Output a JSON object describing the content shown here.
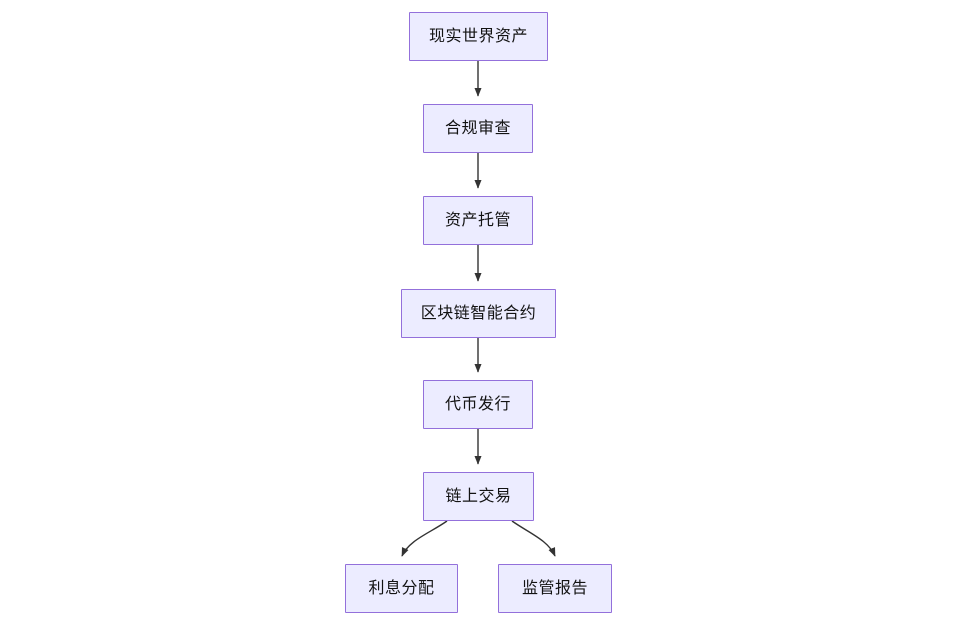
{
  "diagram": {
    "type": "flowchart",
    "direction": "top-down",
    "background_color": "#ffffff",
    "node_fill": "#ECECFF",
    "node_border": "#9370DB",
    "node_text_color": "#131313",
    "edge_color": "#333333",
    "nodes": [
      {
        "id": "rwa",
        "label": "现实世界资产"
      },
      {
        "id": "compliance",
        "label": "合规审查"
      },
      {
        "id": "custody",
        "label": "资产托管"
      },
      {
        "id": "contract",
        "label": "区块链智能合约"
      },
      {
        "id": "issuance",
        "label": "代币发行"
      },
      {
        "id": "trading",
        "label": "链上交易"
      },
      {
        "id": "interest",
        "label": "利息分配"
      },
      {
        "id": "reporting",
        "label": "监管报告"
      }
    ],
    "edges": [
      {
        "from": "rwa",
        "to": "compliance",
        "style": "straight",
        "label": ""
      },
      {
        "from": "compliance",
        "to": "custody",
        "style": "straight",
        "label": ""
      },
      {
        "from": "custody",
        "to": "contract",
        "style": "straight",
        "label": ""
      },
      {
        "from": "contract",
        "to": "issuance",
        "style": "straight",
        "label": ""
      },
      {
        "from": "issuance",
        "to": "trading",
        "style": "straight",
        "label": ""
      },
      {
        "from": "trading",
        "to": "interest",
        "style": "curved",
        "label": ""
      },
      {
        "from": "trading",
        "to": "reporting",
        "style": "curved",
        "label": ""
      }
    ]
  }
}
